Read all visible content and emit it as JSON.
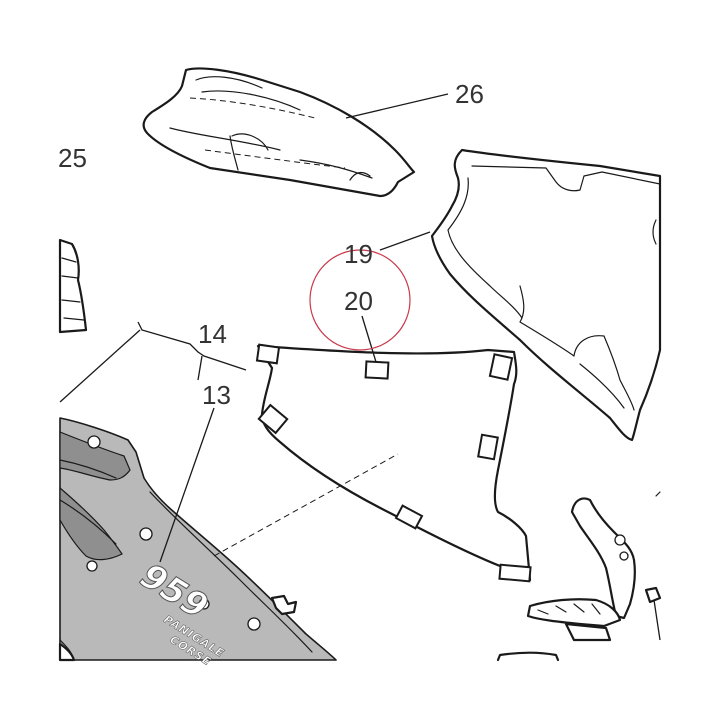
{
  "callouts": {
    "p26": "26",
    "p25": "25",
    "p19": "19",
    "p20": "20",
    "p14": "14",
    "p13": "13"
  },
  "logo": {
    "model_number": "959",
    "word_1": "PANIGALE",
    "word_2": "CORSE"
  },
  "colors": {
    "line": "#1a1a1a",
    "frame_fill": "#b9b9b9",
    "highlight_circle": "#c83a4a",
    "label_text": "#333333"
  },
  "highlighted_callout": "20"
}
